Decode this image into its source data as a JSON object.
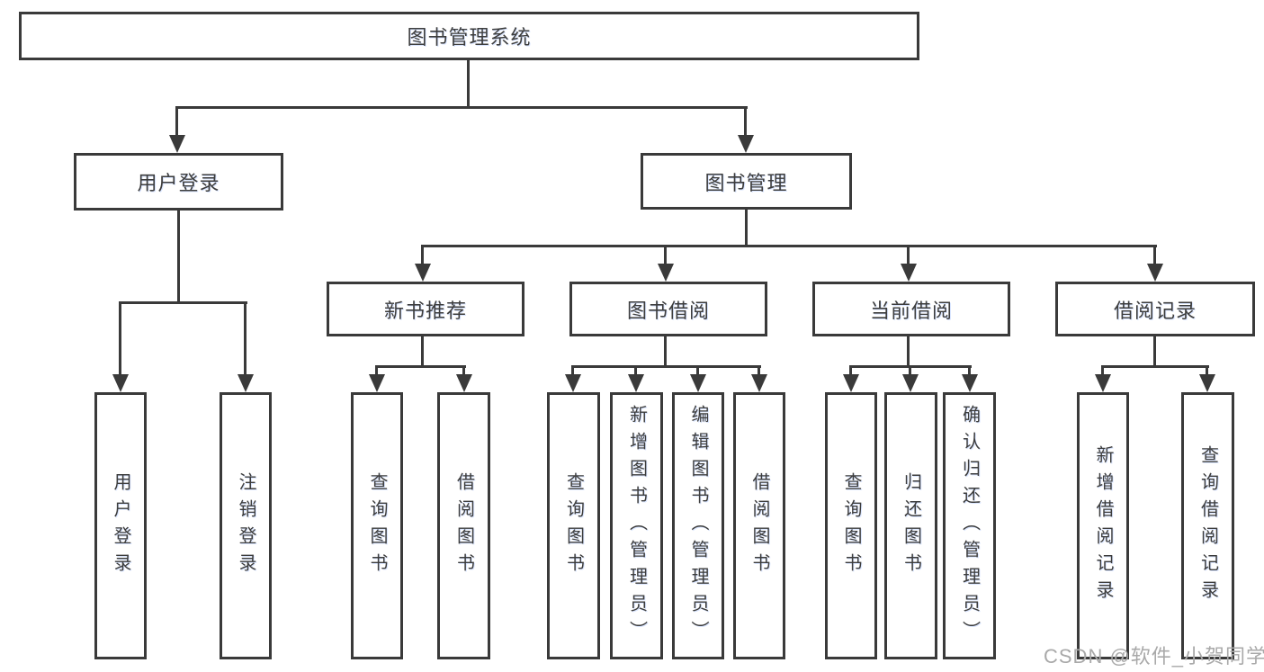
{
  "nodes": {
    "root": "图书管理系统",
    "level2": [
      "用户登录",
      "图书管理"
    ],
    "level3": [
      "新书推荐",
      "图书借阅",
      "当前借阅",
      "借阅记录"
    ],
    "leaves": [
      "用户登录",
      "注销登录",
      "查询图书",
      "借阅图书",
      "查询图书",
      "新增图书（管理员）",
      "编辑图书（管理员）",
      "借阅图书",
      "查询图书",
      "归还图书",
      "确认归还（管理员）",
      "新增借阅记录",
      "查询借阅记录"
    ]
  },
  "watermark": "CSDN @软件_小贺同学",
  "colors": {
    "line": "#3a3a3a",
    "box_fill": "#ffffff",
    "text": "#3d3d3d",
    "watermark": "#a9a9a9",
    "background": "#ffffff"
  }
}
